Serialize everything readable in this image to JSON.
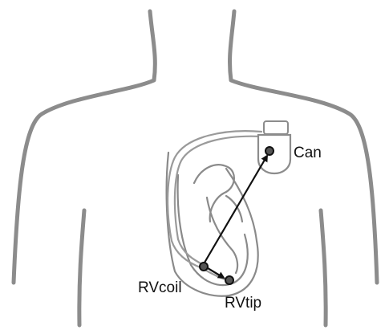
{
  "labels": {
    "can": "Can",
    "rv_coil": "RVcoil",
    "rv_tip": "RVtip"
  },
  "colors": {
    "outline": "#8c8c8c",
    "vector": "#111111",
    "lead": "#9a9a9a"
  }
}
